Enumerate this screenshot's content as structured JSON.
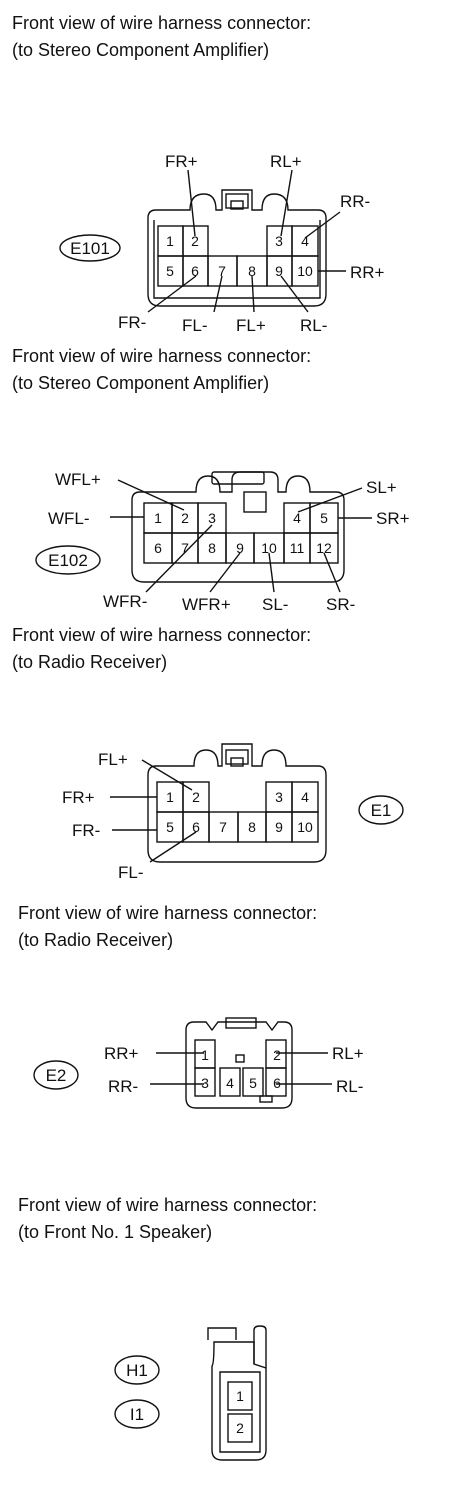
{
  "connectors": [
    {
      "id": "E101",
      "caption_line1": "Front view of wire harness connector:",
      "caption_line2": "(to Stereo Component Amplifier)",
      "pins_top": [
        "1",
        "2",
        "",
        "3",
        "4"
      ],
      "pins_bottom": [
        "5",
        "6",
        "7",
        "8",
        "9",
        "10"
      ],
      "signals": {
        "fr_plus": "FR+",
        "rl_plus": "RL+",
        "rr_minus": "RR-",
        "rr_plus": "RR+",
        "fr_minus": "FR-",
        "fl_minus": "FL-",
        "fl_plus": "FL+",
        "rl_minus": "RL-"
      }
    },
    {
      "id": "E102",
      "caption_line1": "Front view of wire harness connector:",
      "caption_line2": "(to Stereo Component Amplifier)",
      "pins_top": [
        "1",
        "2",
        "3",
        "4",
        "5"
      ],
      "pins_bottom": [
        "6",
        "7",
        "8",
        "9",
        "10",
        "11",
        "12"
      ],
      "signals": {
        "wfl_plus": "WFL+",
        "wfl_minus": "WFL-",
        "sl_plus": "SL+",
        "sr_plus": "SR+",
        "wfr_minus": "WFR-",
        "wfr_plus": "WFR+",
        "sl_minus": "SL-",
        "sr_minus": "SR-"
      }
    },
    {
      "id": "E1",
      "caption_line1": "Front view of wire harness connector:",
      "caption_line2": "(to Radio Receiver)",
      "pins_top": [
        "1",
        "2",
        "3",
        "4"
      ],
      "pins_bottom": [
        "5",
        "6",
        "7",
        "8",
        "9",
        "10"
      ],
      "signals": {
        "fl_plus": "FL+",
        "fr_plus": "FR+",
        "fr_minus": "FR-",
        "fl_minus": "FL-"
      }
    },
    {
      "id": "E2",
      "caption_line1": "Front view of wire harness connector:",
      "caption_line2": "(to Radio Receiver)",
      "pins": [
        "1",
        "2",
        "3",
        "4",
        "5",
        "6"
      ],
      "signals": {
        "rr_plus": "RR+",
        "rl_plus": "RL+",
        "rr_minus": "RR-",
        "rl_minus": "RL-"
      }
    },
    {
      "id_a": "H1",
      "id_b": "I1",
      "caption_line1": "Front view of wire harness connector:",
      "caption_line2": "(to Front No. 1 Speaker)",
      "pins": [
        "1",
        "2"
      ]
    }
  ]
}
